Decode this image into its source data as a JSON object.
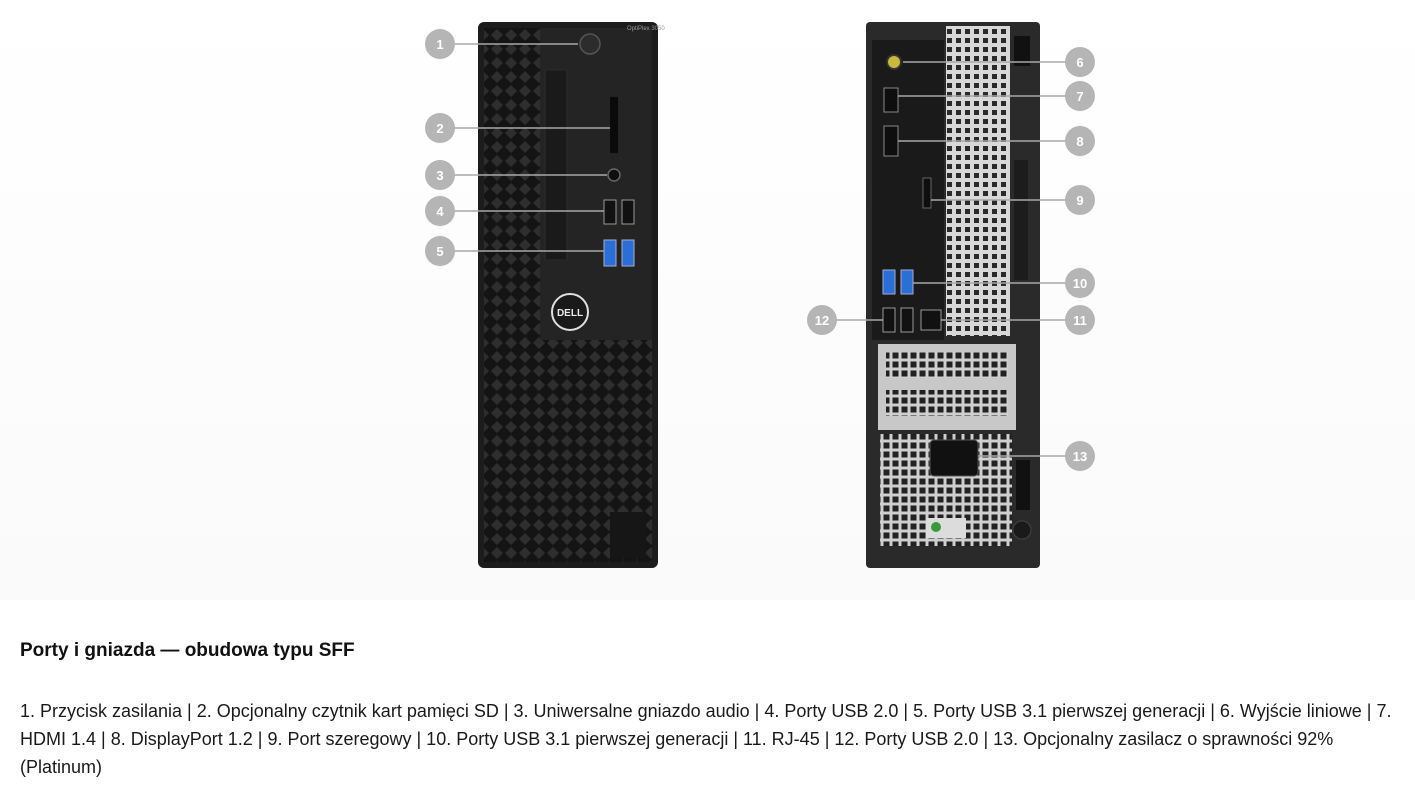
{
  "front": {
    "model_label": "OptiPlex 3050",
    "logo": "DELL"
  },
  "callouts": {
    "c1": "1",
    "c2": "2",
    "c3": "3",
    "c4": "4",
    "c5": "5",
    "c6": "6",
    "c7": "7",
    "c8": "8",
    "c9": "9",
    "c10": "10",
    "c11": "11",
    "c12": "12",
    "c13": "13"
  },
  "section": {
    "heading": "Porty i gniazda — obudowa typu SFF",
    "description": "1. Przycisk zasilania | 2. Opcjonalny czytnik kart pamięci SD | 3. Uniwersalne gniazdo audio | 4. Porty USB 2.0 | 5. Porty USB 3.1 pierwszej generacji | 6. Wyjście liniowe | 7. HDMI 1.4 | 8. DisplayPort 1.2 | 9. Port szeregowy | 10. Porty USB 3.1 pierwszej generacji | 11. RJ-45 | 12. Porty USB 2.0 | 13. Opcjonalny zasilacz o sprawności 92% (Platinum)"
  },
  "colors": {
    "callout": "#b5b5b5",
    "chassis": "#1e1e1e",
    "usb3_blue": "#2a6fd6"
  }
}
